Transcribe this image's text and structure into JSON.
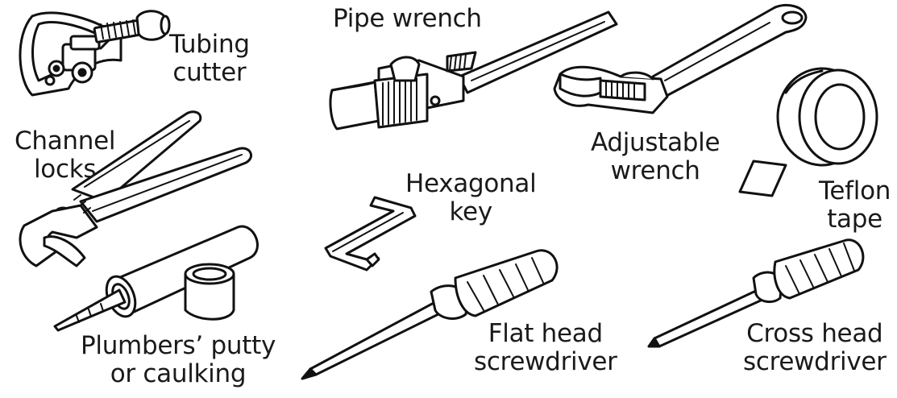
{
  "tools": {
    "tubing_cutter": {
      "line1": "Tubing",
      "line2": "cutter",
      "icon": "tubing-cutter-icon"
    },
    "pipe_wrench": {
      "line1": "Pipe wrench",
      "icon": "pipe-wrench-icon"
    },
    "adjustable_wrench": {
      "line1": "Adjustable",
      "line2": "wrench",
      "icon": "adjustable-wrench-icon"
    },
    "channel_locks": {
      "line1": "Channel",
      "line2": "locks",
      "icon": "channel-locks-icon"
    },
    "hexagonal_key": {
      "line1": "Hexagonal",
      "line2": "key",
      "icon": "hex-key-icon"
    },
    "teflon_tape": {
      "line1": "Teflon",
      "line2": "tape",
      "icon": "teflon-tape-icon"
    },
    "plumbers_putty": {
      "line1": "Plumbers’ putty",
      "line2": "or caulking",
      "icon": "caulk-tube-icon"
    },
    "flat_head": {
      "line1": "Flat head",
      "line2": "screwdriver",
      "icon": "flat-screwdriver-icon"
    },
    "cross_head": {
      "line1": "Cross head",
      "line2": "screwdriver",
      "icon": "cross-screwdriver-icon"
    }
  },
  "colors": {
    "ink": "#111111",
    "background": "#ffffff"
  }
}
